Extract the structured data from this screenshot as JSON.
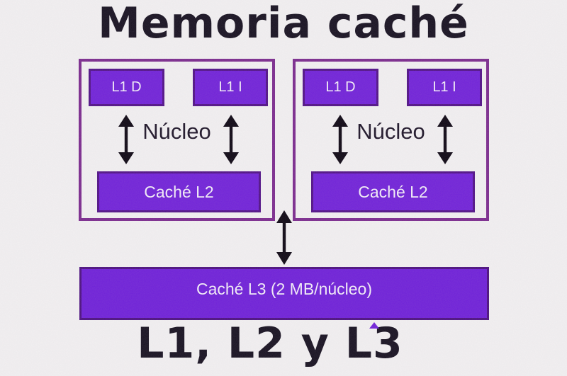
{
  "title": "Memoria caché",
  "footer": "L1, L2 y L3",
  "cores": [
    {
      "name": "Núcleo",
      "l1d": "L1 D",
      "l1i": "L1 I",
      "l2": "Caché L2"
    },
    {
      "name": "Núcleo",
      "l1d": "L1 D",
      "l1i": "L1 I",
      "l2": "Caché L2"
    }
  ],
  "l3_label": "Caché L3 (2 MB/núcleo)",
  "colors": {
    "background": "#f2f0f1",
    "heading_text": "#171120",
    "core_border": "#7c2b8e",
    "cache_fill": "#7122d8",
    "cache_border": "#521287",
    "l3_fill": "#6f20d8",
    "l3_border": "#4c1080",
    "cache_text": "#f2ecf8",
    "body_text": "#1e1528",
    "arrow": "#0e0713"
  }
}
